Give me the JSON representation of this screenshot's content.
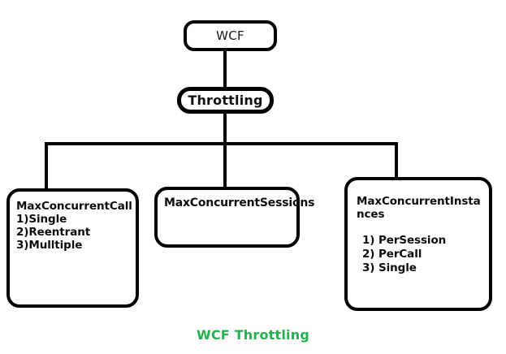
{
  "diagram": {
    "caption": "WCF Throttling",
    "caption_color": "#22b14c",
    "line_color": "#000000",
    "background": "#ffffff",
    "root": {
      "title": "WCF"
    },
    "sub": {
      "title": "Throttling"
    },
    "leaves": [
      {
        "title": "MaxConcurrentCall",
        "items": [
          "1)Single",
          "2)Reentrant",
          "3)Mulltiple"
        ]
      },
      {
        "title": "MaxConcurrentSessions",
        "items": []
      },
      {
        "title": "MaxConcurrentInstances",
        "items": [
          "1) PerSession",
          "2) PerCall",
          "3) Single"
        ]
      }
    ]
  }
}
